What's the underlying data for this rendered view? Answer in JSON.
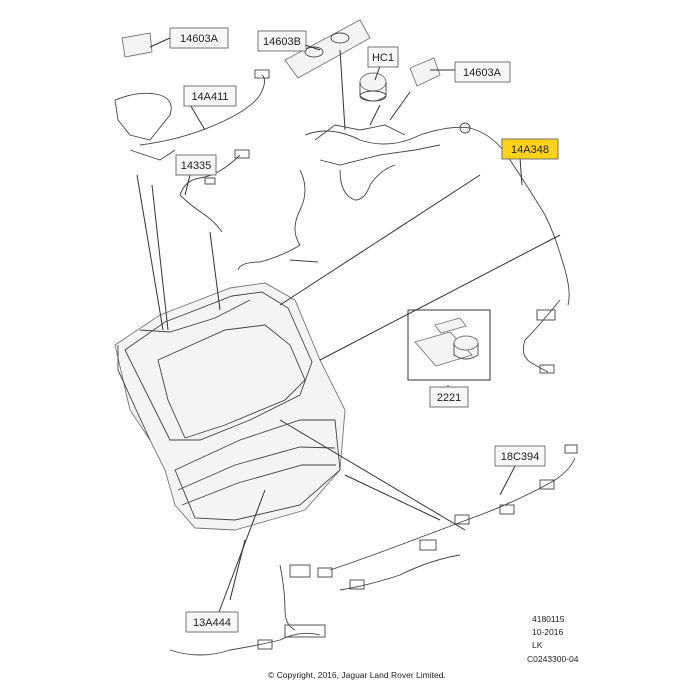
{
  "callouts": [
    {
      "id": "c1",
      "text": "14603A"
    },
    {
      "id": "c2",
      "text": "14603B"
    },
    {
      "id": "c3",
      "text": "HC1"
    },
    {
      "id": "c4",
      "text": "14603A"
    },
    {
      "id": "c5",
      "text": "14A411"
    },
    {
      "id": "c6",
      "text": "14A348",
      "highlight": true
    },
    {
      "id": "c7",
      "text": "14335"
    },
    {
      "id": "c8",
      "text": "2221"
    },
    {
      "id": "c9",
      "text": "18C394"
    },
    {
      "id": "c10",
      "text": "13A444"
    }
  ],
  "footer": {
    "ref_number": "4180115",
    "date": "10-2016",
    "region": "LK",
    "copyright": "© Copyright, 2016, Jaguar Land Rover Limited.",
    "drawing_code": "C0243300-04"
  },
  "colors": {
    "highlight": "#ffd21a",
    "label_border": "#666666",
    "label_fill": "#f7f7f7"
  }
}
